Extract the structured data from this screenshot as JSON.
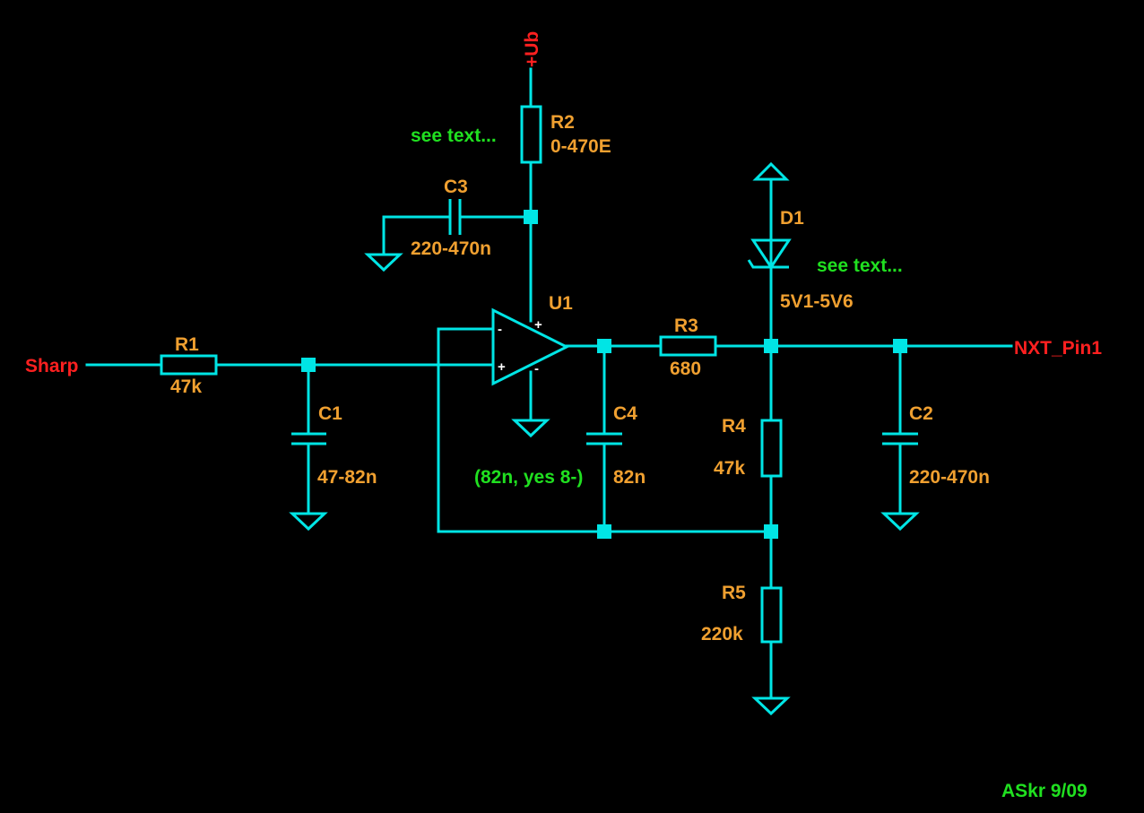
{
  "ports": {
    "input": "Sharp",
    "output": "NXT_Pin1",
    "supply": "+Ub"
  },
  "components": {
    "r1": {
      "ref": "R1",
      "value": "47k"
    },
    "r2": {
      "ref": "R2",
      "value": "0-470E",
      "note": "see text..."
    },
    "r3": {
      "ref": "R3",
      "value": "680"
    },
    "r4": {
      "ref": "R4",
      "value": "47k"
    },
    "r5": {
      "ref": "R5",
      "value": "220k"
    },
    "c1": {
      "ref": "C1",
      "value": "47-82n"
    },
    "c2": {
      "ref": "C2",
      "value": "220-470n"
    },
    "c3": {
      "ref": "C3",
      "value": "220-470n"
    },
    "c4": {
      "ref": "C4",
      "value": "82n",
      "note": "(82n, yes 8-)"
    },
    "d1": {
      "ref": "D1",
      "value": "5V1-5V6",
      "note": "see text..."
    },
    "u1": {
      "ref": "U1",
      "pin_plus": "+",
      "pin_minus": "-",
      "supply_plus": "+",
      "supply_minus": "-"
    }
  },
  "author": "ASkr 9/09",
  "colors": {
    "background": "#000000",
    "wire": "#00e5e5",
    "component_label": "#f0a030",
    "port_label": "#ff2020",
    "note": "#20e020"
  }
}
